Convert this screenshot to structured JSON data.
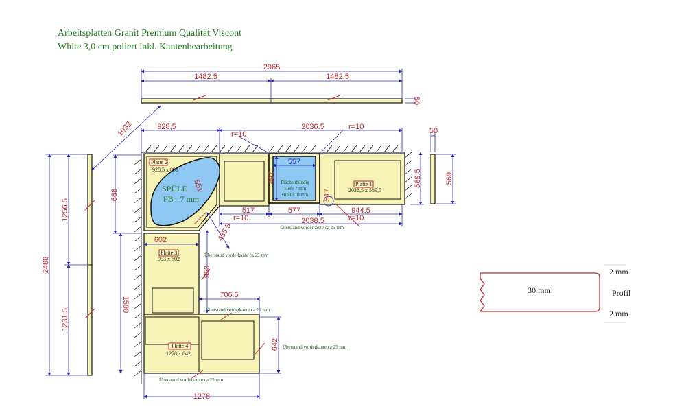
{
  "title": {
    "line1": "Arbeitsplatten Granit Premium Qualität Viscont",
    "line2": "White 3,0 cm poliert inkl. Kantenbearbeitung"
  },
  "dimensions": {
    "top_total": "2965",
    "top_half_left": "1482.5",
    "top_half_right": "1482.5",
    "top_thickness": "50",
    "diag_1032": "1032",
    "d_928_5": "928,5",
    "d_2036_5": "2036.5",
    "r10_a": "r=10",
    "r10_b": "r=10",
    "r10_c": "r=10",
    "r10_d": "r=10",
    "side_thickness": "50",
    "d_557": "557",
    "d_497": "497",
    "d_517_v": "517",
    "d_517_h": "517",
    "d_577": "577",
    "d_944_5": "944.5",
    "d_2038_5": "2038.5",
    "d_589_5": "589.5",
    "d_569": "569",
    "d_551": "551",
    "d_668": "668",
    "d_435_5": "435.5",
    "d_602": "602",
    "d_953": "953",
    "d_706_5": "706.5",
    "d_642": "642",
    "d_1278": "1278",
    "d_1590": "1590",
    "d_2488": "2488",
    "d_1256_5": "1256.5",
    "d_1231_5": "1231.5"
  },
  "notes": {
    "ueberstand_1": "Überstand vorderkante ca 25 mm",
    "ueberstand_2": "Überstand vorderkante ca 25 mm",
    "ueberstand_3": "Überstand vorderkante ca 25 mm",
    "ueberstand_4": "Überstand vorderkante ca 25 mm",
    "ueberstand_5": "Überstand vorderkante ca 25 mm",
    "flaechen_1": "Flächenbündig",
    "flaechen_2": "Tiefe 7 mm",
    "flaechen_3": "Breite 10 mm"
  },
  "sink": {
    "label1": "SPÜLE",
    "label2": "FB= 7 mm"
  },
  "plates": {
    "p1_name": "Platte 1",
    "p1_size": "2038,5 x 589,5",
    "p2_name": "Platte 2",
    "p2_size": "928,5 x 899",
    "p3_name": "Platte 3",
    "p3_size": "953 x 602",
    "p4_name": "Platte 4",
    "p4_size": "1278 x 642"
  },
  "profile": {
    "thickness": "30 mm",
    "top_chamfer": "2 mm",
    "label": "Profil",
    "bottom_chamfer": "2 mm"
  },
  "colors": {
    "slab_fill": "#f7f3b6",
    "sink_fill": "#8ec8f2",
    "dimension_text": "#c0282e",
    "dimension_line": "#2b2bb0",
    "note_text": "#1f5a1f",
    "title_text": "#1f7a1f"
  }
}
